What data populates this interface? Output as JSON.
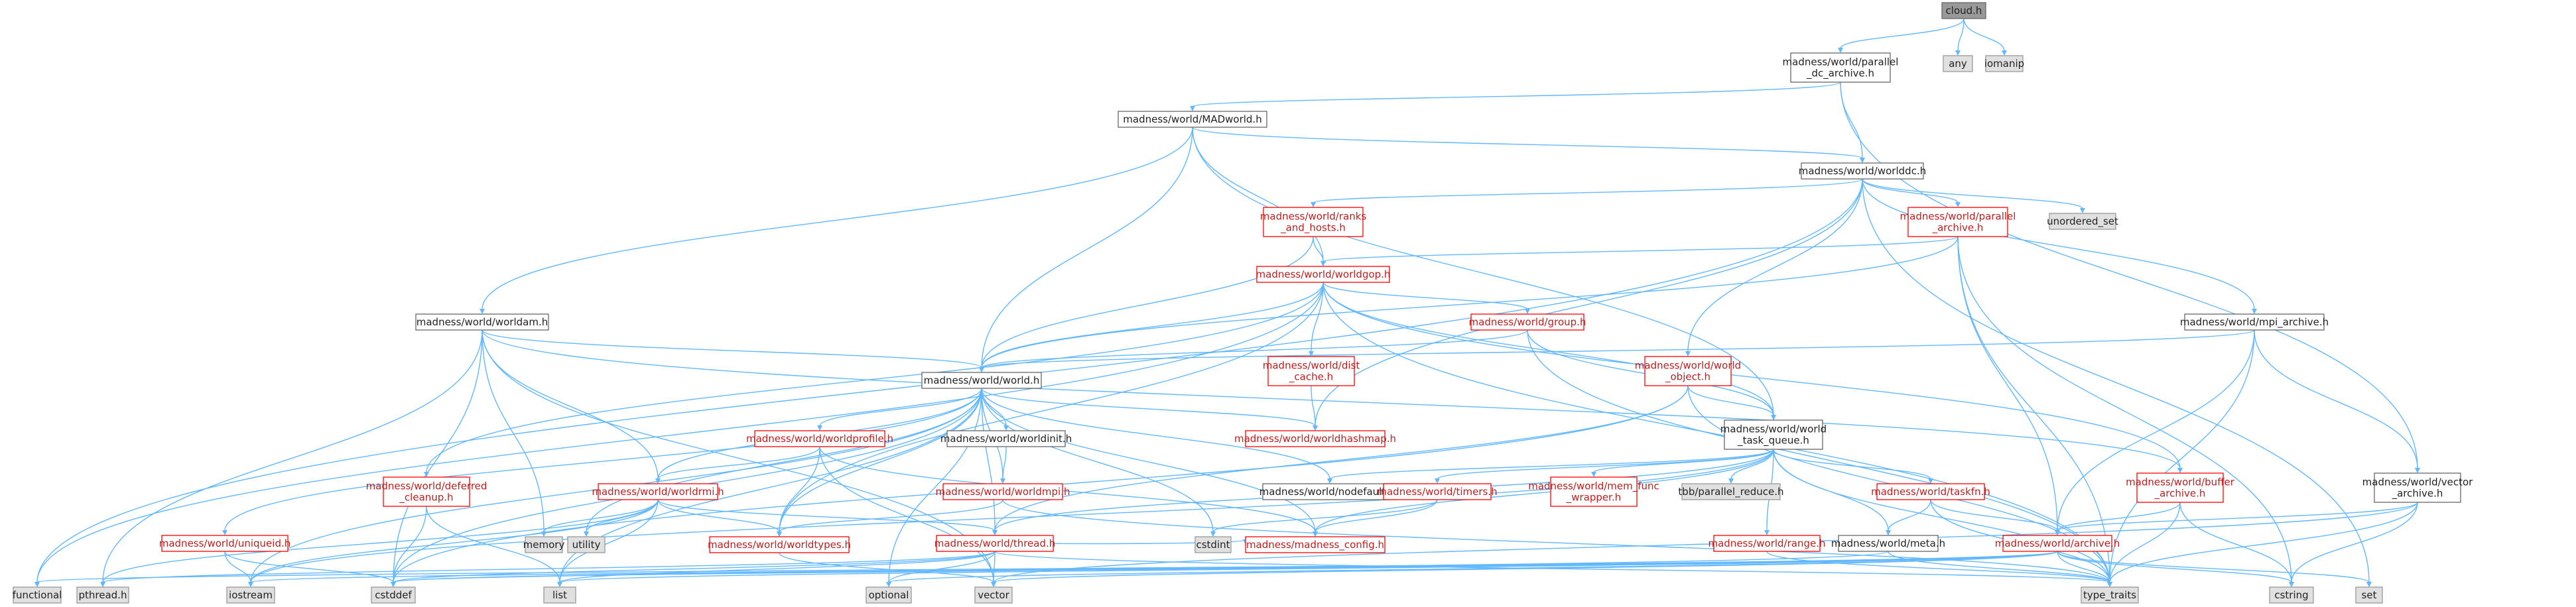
{
  "colors": {
    "edge": "#63b8ff",
    "node_border_red": "#ff0000",
    "node_border_normal": "#666666",
    "node_std_fill": "#e0e0e0",
    "root_fill": "#999999"
  },
  "nodes": {
    "cloud": [
      "cloud.h"
    ],
    "any": [
      "any"
    ],
    "iomanip": [
      "iomanip"
    ],
    "par_dc": [
      "madness/world/parallel",
      "_dc_archive.h"
    ],
    "madworld": [
      "madness/world/MADworld.h"
    ],
    "worlddc": [
      "madness/world/worlddc.h"
    ],
    "ranks": [
      "madness/world/ranks",
      "_and_hosts.h"
    ],
    "par_arch": [
      "madness/world/parallel",
      "_archive.h"
    ],
    "unordered_set": [
      "unordered_set"
    ],
    "worldgop": [
      "madness/world/worldgop.h"
    ],
    "worldam": [
      "madness/world/worldam.h"
    ],
    "group": [
      "madness/world/group.h"
    ],
    "mpi_arch": [
      "madness/world/mpi_archive.h"
    ],
    "distcache": [
      "madness/world/dist",
      "_cache.h"
    ],
    "world_obj": [
      "madness/world/world",
      "_object.h"
    ],
    "world": [
      "madness/world/world.h"
    ],
    "worldprofile": [
      "madness/world/worldprofile.h"
    ],
    "worldinit": [
      "madness/world/worldinit.h"
    ],
    "hashmap": [
      "madness/world/worldhashmap.h"
    ],
    "task_queue": [
      "madness/world/world",
      "_task_queue.h"
    ],
    "buffer_arch": [
      "madness/world/buffer",
      "_archive.h"
    ],
    "vector_arch": [
      "madness/world/vector",
      "_archive.h"
    ],
    "deferred": [
      "madness/world/deferred",
      "_cleanup.h"
    ],
    "worldrmi": [
      "madness/world/worldrmi.h"
    ],
    "worldmpi": [
      "madness/world/worldmpi.h"
    ],
    "nodefaults": [
      "madness/world/nodefaults.h"
    ],
    "timers": [
      "madness/world/timers.h"
    ],
    "memfunc": [
      "madness/world/mem_func",
      "_wrapper.h"
    ],
    "tbb": [
      "tbb/parallel_reduce.h"
    ],
    "taskfn": [
      "madness/world/taskfn.h"
    ],
    "uniqueid": [
      "madness/world/uniqueid.h"
    ],
    "memory": [
      "memory"
    ],
    "utility": [
      "utility"
    ],
    "worldtypes": [
      "madness/world/worldtypes.h"
    ],
    "thread": [
      "madness/world/thread.h"
    ],
    "cstdint": [
      "cstdint"
    ],
    "config": [
      "madness/madness_config.h"
    ],
    "range": [
      "madness/world/range.h"
    ],
    "meta": [
      "madness/world/meta.h"
    ],
    "archive": [
      "madness/world/archive.h"
    ],
    "functional": [
      "functional"
    ],
    "pthread": [
      "pthread.h"
    ],
    "iostream": [
      "iostream"
    ],
    "cstddef": [
      "cstddef"
    ],
    "list": [
      "list"
    ],
    "optional": [
      "optional"
    ],
    "vector": [
      "vector"
    ],
    "type_traits": [
      "type_traits"
    ],
    "cstring": [
      "cstring"
    ],
    "set": [
      "set"
    ]
  }
}
